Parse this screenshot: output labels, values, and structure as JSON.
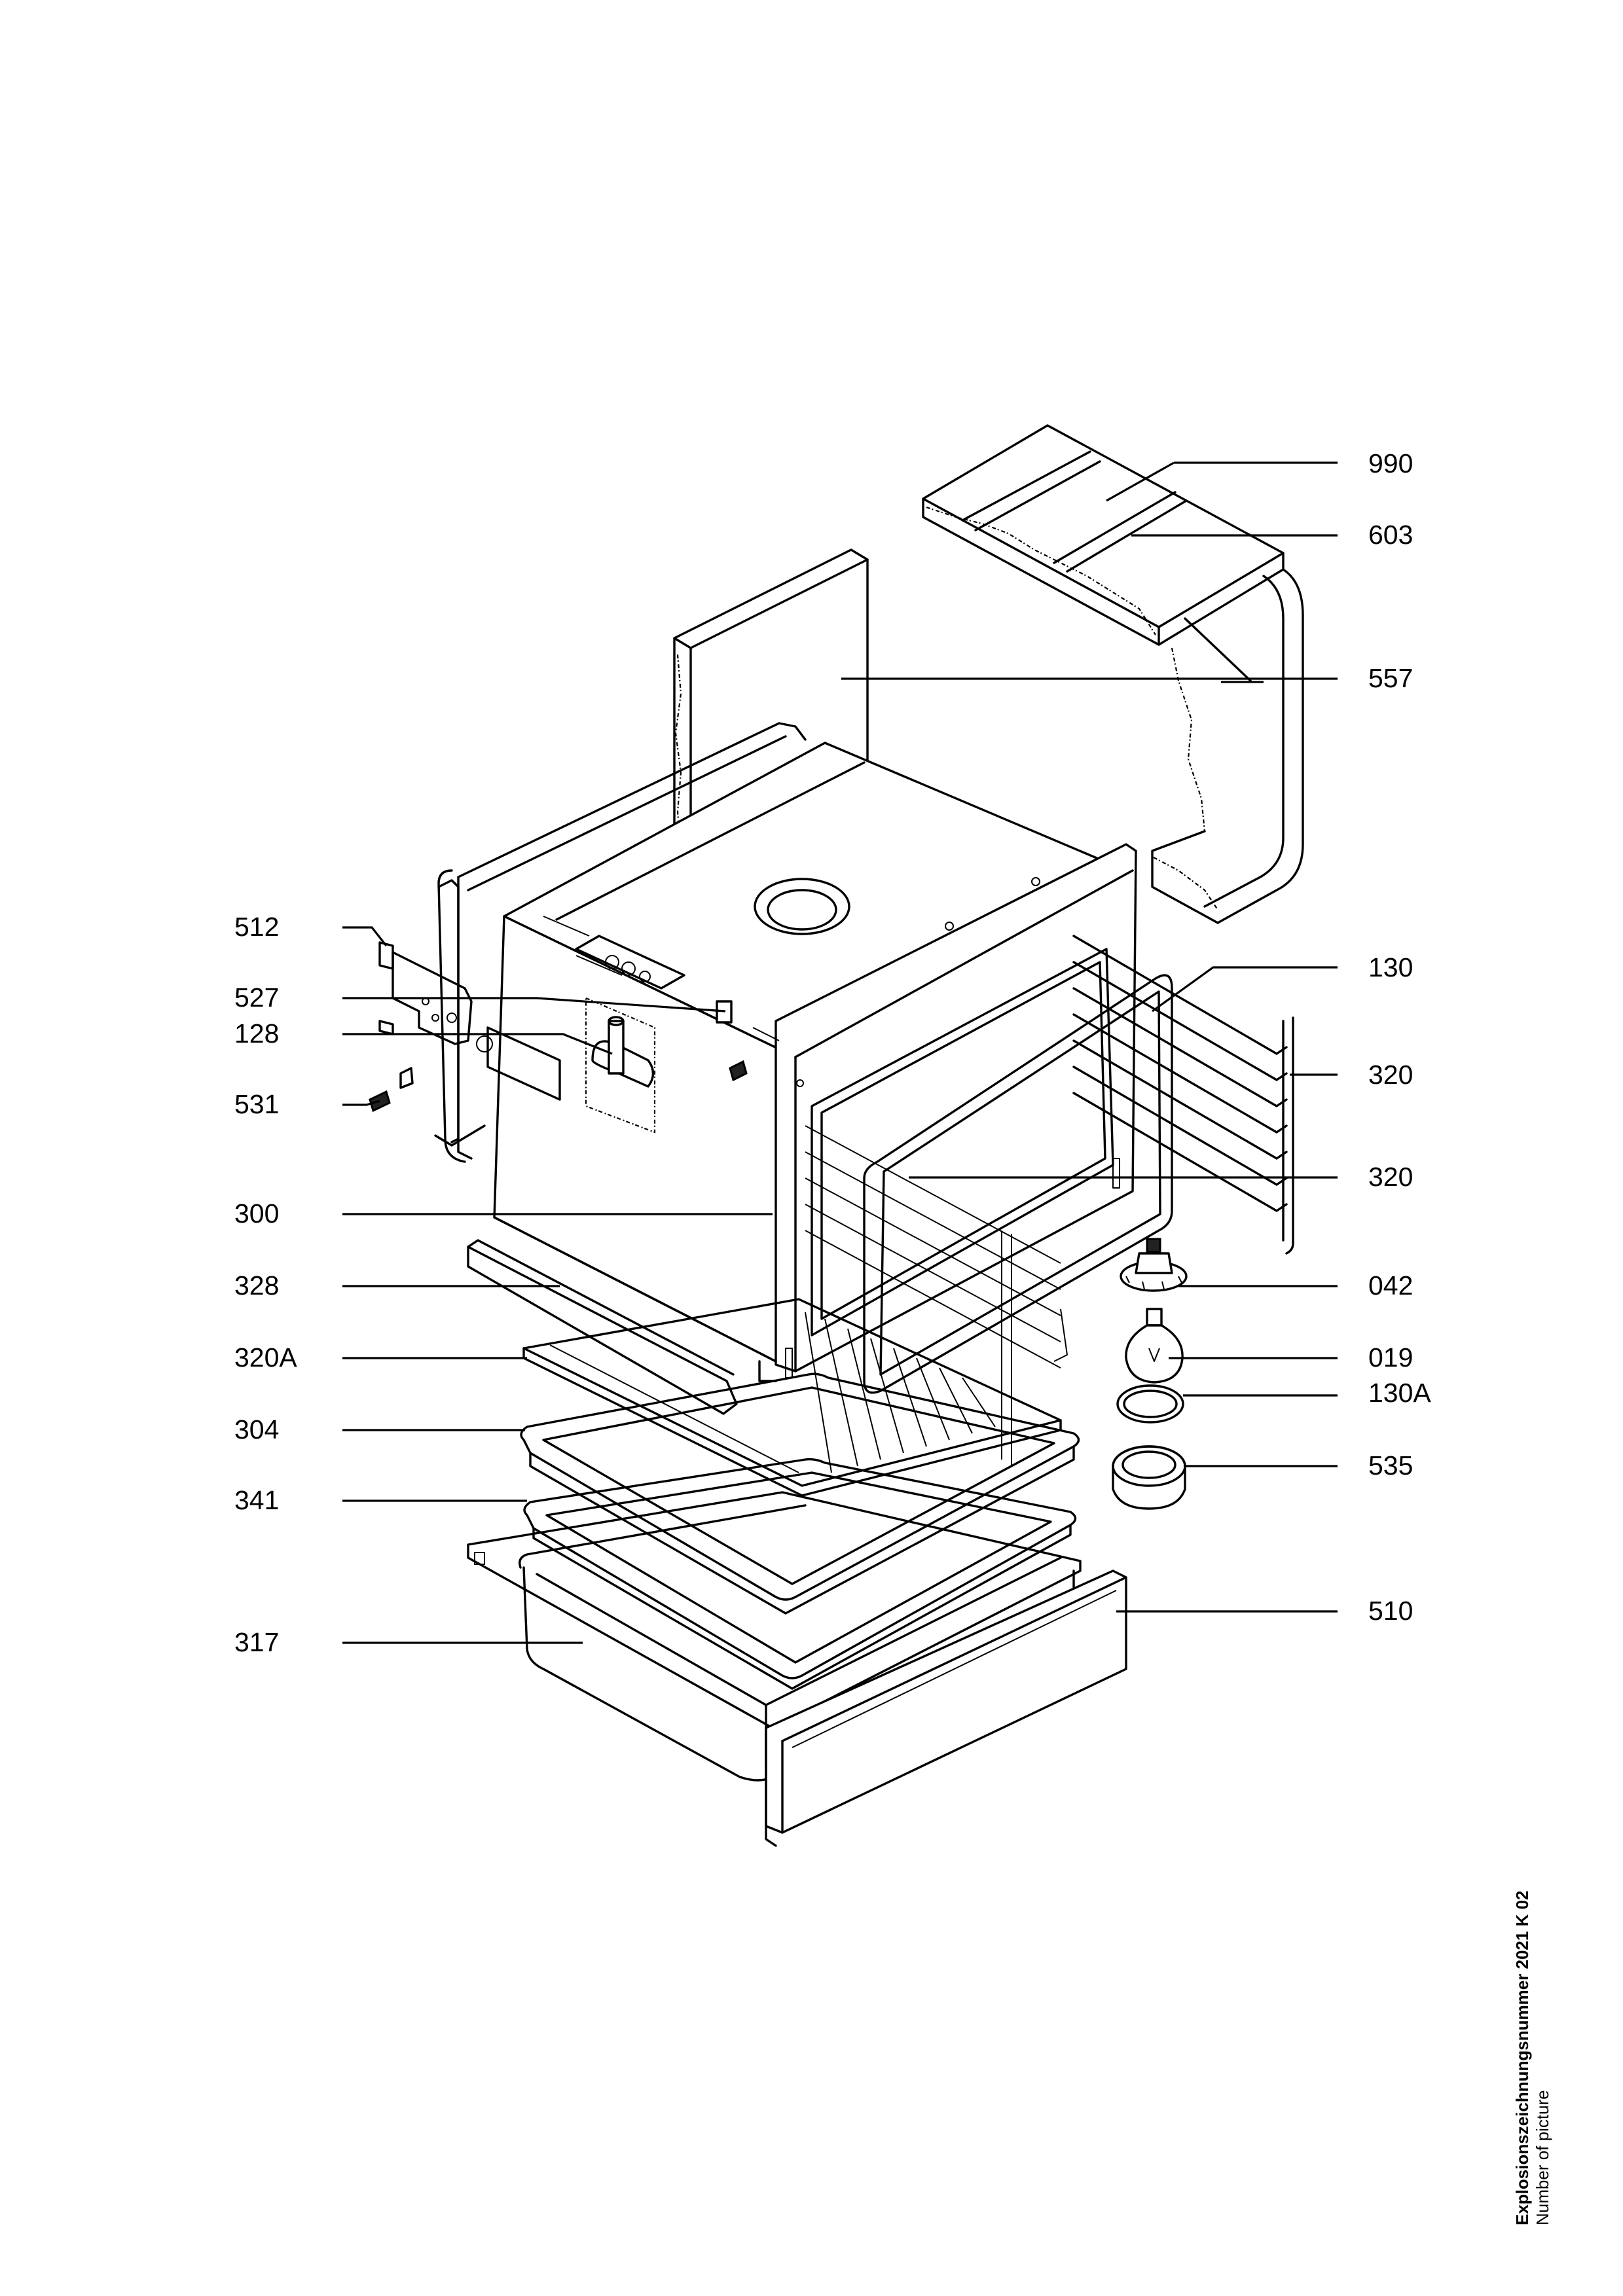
{
  "caption": {
    "drawing_number_title": "Explosionszeichnungsnummer 2021 K 02",
    "drawing_number_subtitle": "Number of picture"
  },
  "parts": {
    "p990": "990",
    "p603": "603",
    "p557": "557",
    "p130": "130",
    "p320_top": "320",
    "p320_bottom": "320",
    "p042": "042",
    "p019": "019",
    "p130A": "130A",
    "p535": "535",
    "p510": "510",
    "p512": "512",
    "p527": "527",
    "p128": "128",
    "p531": "531",
    "p300": "300",
    "p328": "328",
    "p320A": "320A",
    "p304": "304",
    "p341": "341",
    "p317": "317"
  }
}
